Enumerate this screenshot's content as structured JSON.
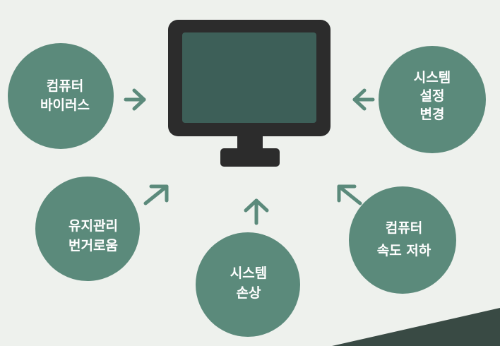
{
  "center": {
    "icon": "computer-monitor-icon"
  },
  "causes": [
    {
      "id": "bios",
      "lines": [
        "컴퓨터",
        "바이러스"
      ]
    },
    {
      "id": "maintenance",
      "lines": [
        "유지관리",
        "번거로움"
      ]
    },
    {
      "id": "damage",
      "lines": [
        "시스템",
        "손상"
      ]
    },
    {
      "id": "slowdown",
      "lines": [
        "컴퓨터",
        "속도 저하"
      ]
    },
    {
      "id": "settings",
      "lines": [
        "시스템",
        "설정",
        "변경"
      ]
    }
  ],
  "colors": {
    "background": "#eef1ed",
    "circle": "#5b8a7b",
    "arrow": "#5b8a7b",
    "monitor_frame": "#2c2c2c",
    "monitor_screen": "#3d5f58",
    "corner_band": "#394a44"
  }
}
